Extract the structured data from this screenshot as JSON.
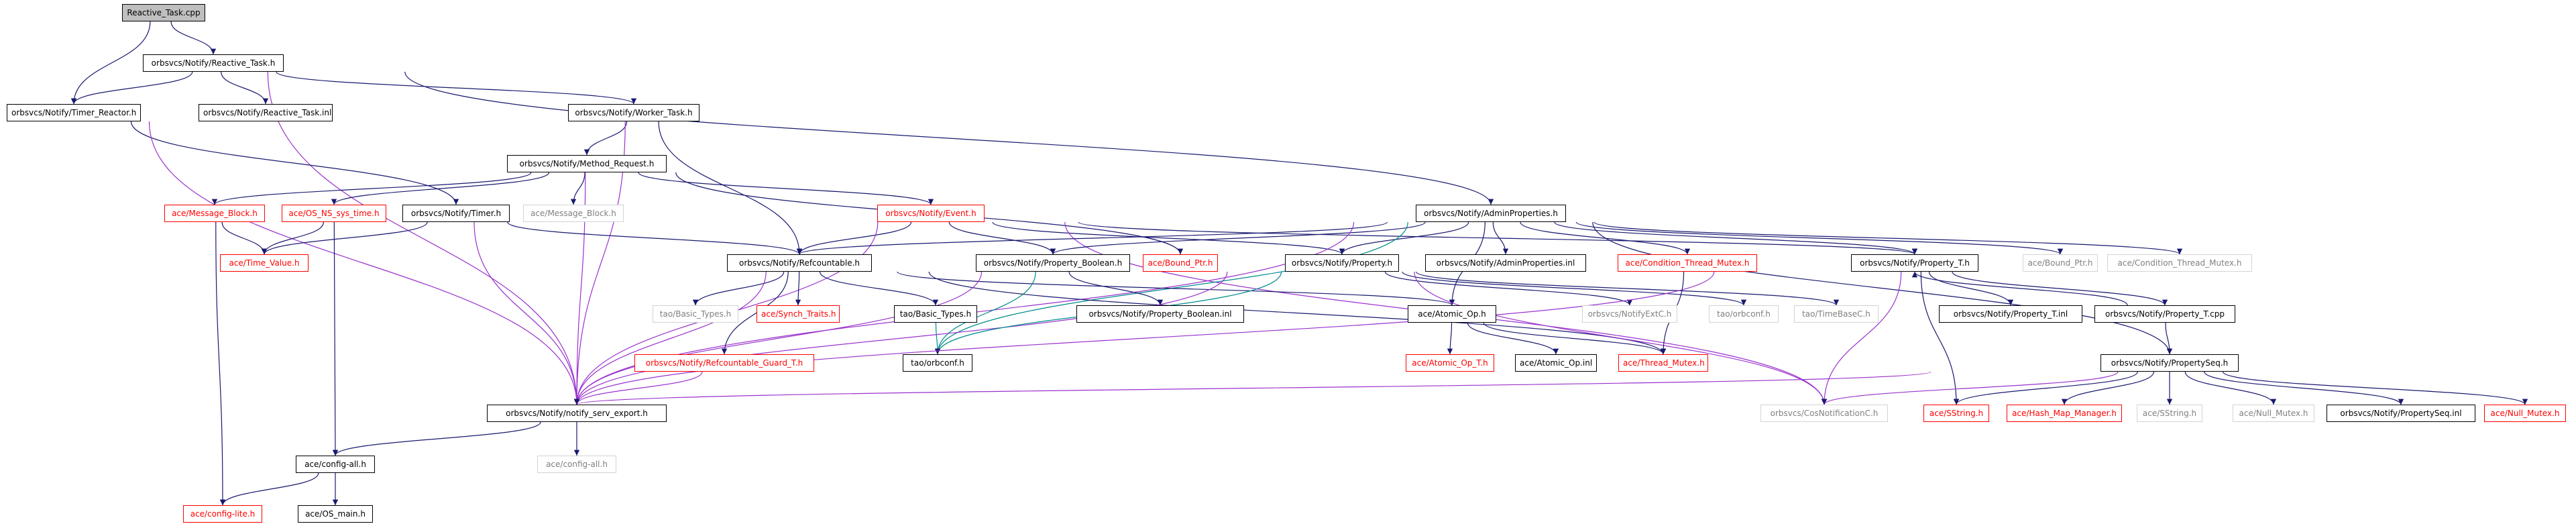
{
  "colors": {
    "edge_dark": "#191970",
    "edge_purple": "#9a32cd",
    "edge_dark_cyan": "#008b8b",
    "box_standard": "#000000",
    "box_missing_header": "#ff0000",
    "box_external": "#d3d3d3",
    "root_fill": "#bfbfbf"
  },
  "graph": {
    "nodes": [
      {
        "id": "n_root",
        "label": "Reactive_Task.cpp",
        "kind": "root"
      },
      {
        "id": "n_reactive_h",
        "label": "orbsvcs/Notify/Reactive_Task.h",
        "kind": "std"
      },
      {
        "id": "n_timer_reactor",
        "label": "orbsvcs/Notify/Timer_Reactor.h",
        "kind": "std"
      },
      {
        "id": "n_reactive_inl",
        "label": "orbsvcs/Notify/Reactive_Task.inl",
        "kind": "std"
      },
      {
        "id": "n_worker_task",
        "label": "orbsvcs/Notify/Worker_Task.h",
        "kind": "std"
      },
      {
        "id": "n_method_request",
        "label": "orbsvcs/Notify/Method_Request.h",
        "kind": "std"
      },
      {
        "id": "n_admin_props",
        "label": "orbsvcs/Notify/AdminProperties.h",
        "kind": "std"
      },
      {
        "id": "n_msg_block_red",
        "label": "ace/Message_Block.h",
        "kind": "red"
      },
      {
        "id": "n_os_ns_sys_time",
        "label": "ace/OS_NS_sys_time.h",
        "kind": "red"
      },
      {
        "id": "n_timer_h",
        "label": "orbsvcs/Notify/Timer.h",
        "kind": "std"
      },
      {
        "id": "n_msg_block_ghost",
        "label": "ace/Message_Block.h",
        "kind": "ghost"
      },
      {
        "id": "n_event_h",
        "label": "orbsvcs/Notify/Event.h",
        "kind": "red"
      },
      {
        "id": "n_time_value",
        "label": "ace/Time_Value.h",
        "kind": "red"
      },
      {
        "id": "n_refcountable",
        "label": "orbsvcs/Notify/Refcountable.h",
        "kind": "std"
      },
      {
        "id": "n_prop_boolean",
        "label": "orbsvcs/Notify/Property_Boolean.h",
        "kind": "std"
      },
      {
        "id": "n_bound_ptr_red",
        "label": "ace/Bound_Ptr.h",
        "kind": "red"
      },
      {
        "id": "n_property_h",
        "label": "orbsvcs/Notify/Property.h",
        "kind": "std"
      },
      {
        "id": "n_admin_props_inl",
        "label": "orbsvcs/Notify/AdminProperties.inl",
        "kind": "std"
      },
      {
        "id": "n_cond_thread_mutex_red",
        "label": "ace/Condition_Thread_Mutex.h",
        "kind": "red"
      },
      {
        "id": "n_property_t_h",
        "label": "orbsvcs/Notify/Property_T.h",
        "kind": "std"
      },
      {
        "id": "n_bound_ptr_ghost",
        "label": "ace/Bound_Ptr.h",
        "kind": "ghost"
      },
      {
        "id": "n_cond_thread_mutex_ghost",
        "label": "ace/Condition_Thread_Mutex.h",
        "kind": "ghost"
      },
      {
        "id": "n_tao_basic_types_ghost",
        "label": "tao/Basic_Types.h",
        "kind": "ghost"
      },
      {
        "id": "n_synch_traits",
        "label": "ace/Synch_Traits.h",
        "kind": "red"
      },
      {
        "id": "n_tao_basic_types_std",
        "label": "tao/Basic_Types.h",
        "kind": "std"
      },
      {
        "id": "n_prop_boolean_inl",
        "label": "orbsvcs/Notify/Property_Boolean.inl",
        "kind": "std"
      },
      {
        "id": "n_atomic_op",
        "label": "ace/Atomic_Op.h",
        "kind": "std"
      },
      {
        "id": "n_notify_ext",
        "label": "orbsvcs/NotifyExtC.h",
        "kind": "ghost"
      },
      {
        "id": "n_tao_orbconf_ghost",
        "label": "tao/orbconf.h",
        "kind": "ghost"
      },
      {
        "id": "n_tao_timebase",
        "label": "tao/TimeBaseC.h",
        "kind": "ghost"
      },
      {
        "id": "n_property_t_inl",
        "label": "orbsvcs/Notify/Property_T.inl",
        "kind": "std"
      },
      {
        "id": "n_property_t_cpp",
        "label": "orbsvcs/Notify/Property_T.cpp",
        "kind": "std"
      },
      {
        "id": "n_refcountable_guard",
        "label": "orbsvcs/Notify/Refcountable_Guard_T.h",
        "kind": "red"
      },
      {
        "id": "n_tao_orbconf_std",
        "label": "tao/orbconf.h",
        "kind": "std"
      },
      {
        "id": "n_atomic_op_t",
        "label": "ace/Atomic_Op_T.h",
        "kind": "red"
      },
      {
        "id": "n_atomic_op_inl",
        "label": "ace/Atomic_Op.inl",
        "kind": "std"
      },
      {
        "id": "n_thread_mutex",
        "label": "ace/Thread_Mutex.h",
        "kind": "red"
      },
      {
        "id": "n_property_seq",
        "label": "orbsvcs/Notify/PropertySeq.h",
        "kind": "std"
      },
      {
        "id": "n_notify_serv_export",
        "label": "orbsvcs/Notify/notify_serv_export.h",
        "kind": "std"
      },
      {
        "id": "n_cos_notification",
        "label": "orbsvcs/CosNotificationC.h",
        "kind": "ghost"
      },
      {
        "id": "n_sstring_red",
        "label": "ace/SString.h",
        "kind": "red"
      },
      {
        "id": "n_hash_map_manager",
        "label": "ace/Hash_Map_Manager.h",
        "kind": "red"
      },
      {
        "id": "n_sstring_ghost",
        "label": "ace/SString.h",
        "kind": "ghost"
      },
      {
        "id": "n_null_mutex_ghost",
        "label": "ace/Null_Mutex.h",
        "kind": "ghost"
      },
      {
        "id": "n_property_seq_inl",
        "label": "orbsvcs/Notify/PropertySeq.inl",
        "kind": "std"
      },
      {
        "id": "n_null_mutex_red",
        "label": "ace/Null_Mutex.h",
        "kind": "red"
      },
      {
        "id": "n_config_all_std",
        "label": "ace/config-all.h",
        "kind": "std"
      },
      {
        "id": "n_config_all_ghost",
        "label": "ace/config-all.h",
        "kind": "ghost"
      },
      {
        "id": "n_config_lite",
        "label": "ace/config-lite.h",
        "kind": "red"
      },
      {
        "id": "n_os_main",
        "label": "ace/OS_main.h",
        "kind": "std"
      }
    ],
    "edges": [
      {
        "from": "n_root",
        "to": "n_reactive_h"
      },
      {
        "from": "n_root",
        "to": "n_timer_reactor"
      },
      {
        "from": "n_reactive_h",
        "to": "n_timer_reactor"
      },
      {
        "from": "n_reactive_h",
        "to": "n_reactive_inl"
      },
      {
        "from": "n_reactive_h",
        "to": "n_worker_task"
      },
      {
        "from": "n_reactive_h",
        "to": "n_admin_props"
      },
      {
        "from": "n_reactive_h",
        "to": "n_notify_serv_export"
      },
      {
        "from": "n_timer_reactor",
        "to": "n_timer_h"
      },
      {
        "from": "n_timer_reactor",
        "to": "n_notify_serv_export"
      },
      {
        "from": "n_worker_task",
        "to": "n_method_request"
      },
      {
        "from": "n_worker_task",
        "to": "n_refcountable"
      },
      {
        "from": "n_worker_task",
        "to": "n_notify_serv_export"
      },
      {
        "from": "n_method_request",
        "to": "n_msg_block_red"
      },
      {
        "from": "n_method_request",
        "to": "n_os_ns_sys_time"
      },
      {
        "from": "n_method_request",
        "to": "n_msg_block_ghost"
      },
      {
        "from": "n_method_request",
        "to": "n_event_h"
      },
      {
        "from": "n_method_request",
        "to": "n_bound_ptr_red"
      },
      {
        "from": "n_method_request",
        "to": "n_notify_serv_export"
      },
      {
        "from": "n_msg_block_red",
        "to": "n_time_value"
      },
      {
        "from": "n_msg_block_red",
        "to": "n_config_lite"
      },
      {
        "from": "n_os_ns_sys_time",
        "to": "n_time_value"
      },
      {
        "from": "n_os_ns_sys_time",
        "to": "n_config_all_std"
      },
      {
        "from": "n_timer_h",
        "to": "n_time_value"
      },
      {
        "from": "n_timer_h",
        "to": "n_refcountable"
      },
      {
        "from": "n_timer_h",
        "to": "n_notify_serv_export"
      },
      {
        "from": "n_event_h",
        "to": "n_refcountable"
      },
      {
        "from": "n_event_h",
        "to": "n_prop_boolean"
      },
      {
        "from": "n_event_h",
        "to": "n_property_h"
      },
      {
        "from": "n_event_h",
        "to": "n_property_t_h"
      },
      {
        "from": "n_event_h",
        "to": "n_cos_notification"
      },
      {
        "from": "n_event_h",
        "to": "n_notify_serv_export"
      },
      {
        "from": "n_admin_props",
        "to": "n_prop_boolean"
      },
      {
        "from": "n_admin_props",
        "to": "n_property_h"
      },
      {
        "from": "n_admin_props",
        "to": "n_admin_props_inl"
      },
      {
        "from": "n_admin_props",
        "to": "n_cond_thread_mutex_red"
      },
      {
        "from": "n_admin_props",
        "to": "n_property_t_h"
      },
      {
        "from": "n_admin_props",
        "to": "n_bound_ptr_ghost"
      },
      {
        "from": "n_admin_props",
        "to": "n_cond_thread_mutex_ghost"
      },
      {
        "from": "n_admin_props",
        "to": "n_property_seq"
      },
      {
        "from": "n_admin_props",
        "to": "n_refcountable"
      },
      {
        "from": "n_admin_props",
        "to": "n_atomic_op"
      },
      {
        "from": "n_admin_props",
        "to": "n_tao_orbconf_std"
      },
      {
        "from": "n_admin_props",
        "to": "n_notify_serv_export"
      },
      {
        "from": "n_refcountable",
        "to": "n_tao_basic_types_ghost"
      },
      {
        "from": "n_refcountable",
        "to": "n_synch_traits"
      },
      {
        "from": "n_refcountable",
        "to": "n_tao_basic_types_std"
      },
      {
        "from": "n_refcountable",
        "to": "n_atomic_op"
      },
      {
        "from": "n_refcountable",
        "to": "n_refcountable_guard"
      },
      {
        "from": "n_refcountable",
        "to": "n_thread_mutex"
      },
      {
        "from": "n_refcountable",
        "to": "n_notify_serv_export"
      },
      {
        "from": "n_tao_basic_types_std",
        "to": "n_tao_orbconf_std"
      },
      {
        "from": "n_refcountable_guard",
        "to": "n_notify_serv_export"
      },
      {
        "from": "n_prop_boolean",
        "to": "n_prop_boolean_inl"
      },
      {
        "from": "n_prop_boolean",
        "to": "n_tao_orbconf_std"
      },
      {
        "from": "n_prop_boolean",
        "to": "n_notify_serv_export"
      },
      {
        "from": "n_property_h",
        "to": "n_notify_ext"
      },
      {
        "from": "n_property_h",
        "to": "n_tao_orbconf_ghost"
      },
      {
        "from": "n_property_h",
        "to": "n_tao_timebase"
      },
      {
        "from": "n_property_h",
        "to": "n_cos_notification"
      },
      {
        "from": "n_property_h",
        "to": "n_notify_serv_export"
      },
      {
        "from": "n_property_h",
        "to": "n_tao_orbconf_std"
      },
      {
        "from": "n_cond_thread_mutex_red",
        "to": "n_thread_mutex"
      },
      {
        "from": "n_property_t_h",
        "to": "n_property_t_inl"
      },
      {
        "from": "n_property_t_h",
        "to": "n_property_t_cpp"
      },
      {
        "from": "n_property_t_h",
        "to": "n_sstring_red"
      },
      {
        "from": "n_property_t_h",
        "to": "n_cos_notification"
      },
      {
        "from": "n_property_t_h",
        "to": "n_notify_serv_export"
      },
      {
        "from": "n_property_t_cpp",
        "to": "n_property_t_h"
      },
      {
        "from": "n_property_t_cpp",
        "to": "n_property_seq"
      },
      {
        "from": "n_atomic_op",
        "to": "n_atomic_op_t"
      },
      {
        "from": "n_atomic_op",
        "to": "n_atomic_op_inl"
      },
      {
        "from": "n_atomic_op",
        "to": "n_thread_mutex"
      },
      {
        "from": "n_property_seq",
        "to": "n_notify_serv_export"
      },
      {
        "from": "n_property_seq",
        "to": "n_cos_notification"
      },
      {
        "from": "n_property_seq",
        "to": "n_sstring_red"
      },
      {
        "from": "n_property_seq",
        "to": "n_hash_map_manager"
      },
      {
        "from": "n_property_seq",
        "to": "n_sstring_ghost"
      },
      {
        "from": "n_property_seq",
        "to": "n_null_mutex_ghost"
      },
      {
        "from": "n_property_seq",
        "to": "n_property_seq_inl"
      },
      {
        "from": "n_property_seq",
        "to": "n_null_mutex_red"
      },
      {
        "from": "n_notify_serv_export",
        "to": "n_config_all_std"
      },
      {
        "from": "n_notify_serv_export",
        "to": "n_config_all_ghost"
      },
      {
        "from": "n_config_all_std",
        "to": "n_config_lite"
      },
      {
        "from": "n_config_all_std",
        "to": "n_os_main"
      }
    ]
  }
}
